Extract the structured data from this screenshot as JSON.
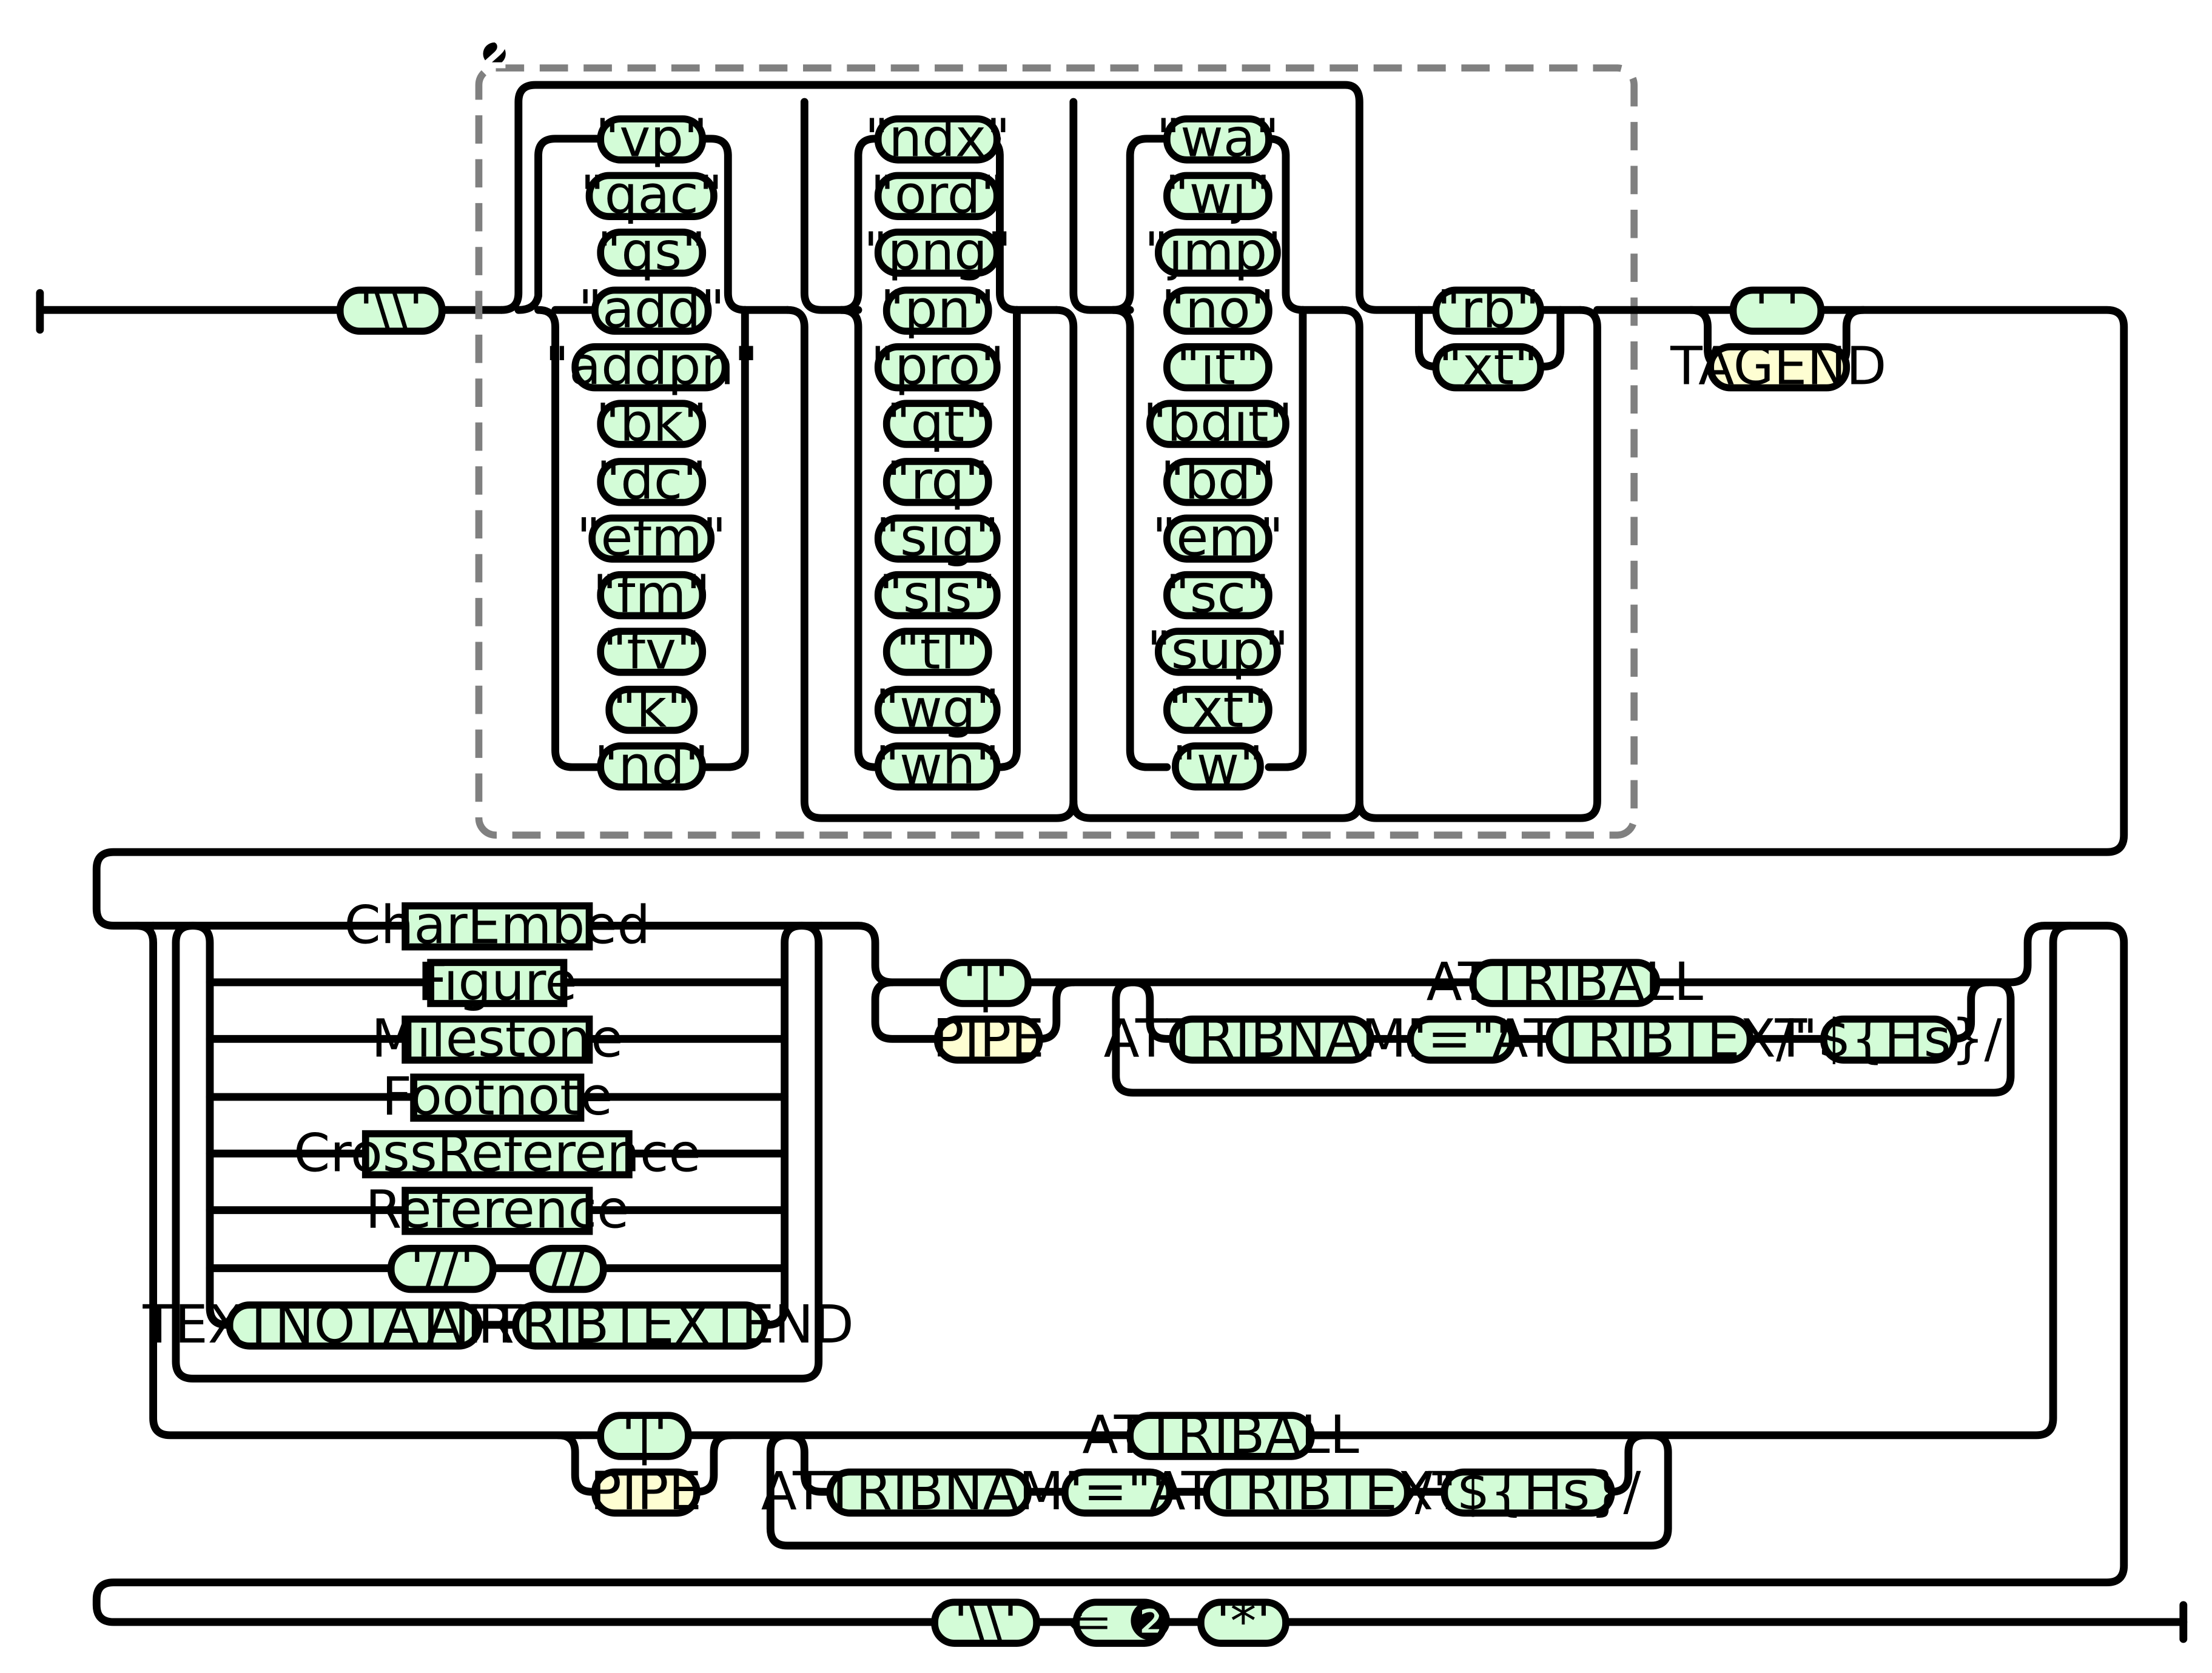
{
  "group_marker": "2",
  "start_token": "'\\\\'",
  "group": {
    "column1": [
      "\"vp\"",
      "\"qac\"",
      "\"qs\"",
      "\"add\"",
      "\"addpn\"",
      "\"bk\"",
      "\"dc\"",
      "\"efm\"",
      "\"fm\"",
      "\"fv\"",
      "\"k\"",
      "\"nd\""
    ],
    "column2": [
      "\"ndx\"",
      "\"ord\"",
      "\"png\"",
      "\"pn\"",
      "\"pro\"",
      "\"qt\"",
      "\"rq\"",
      "\"sig\"",
      "\"sls\"",
      "\"tl\"",
      "\"wg\"",
      "\"wh\""
    ],
    "column3": [
      "\"wa\"",
      "\"wj\"",
      "\"jmp\"",
      "\"no\"",
      "\"it\"",
      "\"bdit\"",
      "\"bd\"",
      "\"em\"",
      "\"sc\"",
      "\"sup\"",
      "\"xt\"",
      "\"w\""
    ],
    "column4": [
      "\"rb\"",
      "\"xt\""
    ]
  },
  "tag_end": {
    "space": "' '",
    "token": "TAGEND"
  },
  "content_choices": [
    "CharEmbed",
    "Figure",
    "Milestone",
    "Footnote",
    "CrossReference",
    "Reference"
  ],
  "slash_pair": [
    "'//'",
    "//"
  ],
  "text_pair": [
    "TEXTNOTATTRIB",
    "ATTRIBTEXTEND"
  ],
  "attrib_block": {
    "pipe_literal": "'|'",
    "pipe_token": "PIPE",
    "attriball": "ATTRIBALL",
    "sequence": [
      "ATTRIBNAME",
      "'=\"'",
      "ATTRIBTEXT",
      "/\"${Hs}/"
    ]
  },
  "ending": [
    "'\\\\'",
    "⇐ ❷",
    "'*'"
  ]
}
